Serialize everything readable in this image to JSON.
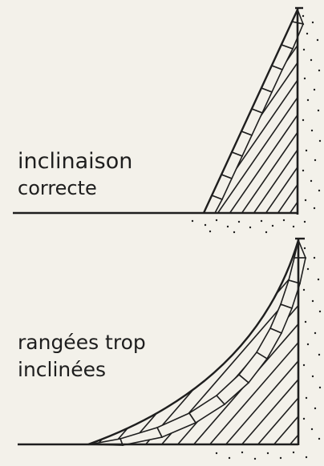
{
  "diagrams": [
    {
      "label_lines": [
        "inclinaison",
        "correcte"
      ]
    },
    {
      "label_lines": [
        "rangées trop",
        "inclinées"
      ]
    }
  ],
  "colors": {
    "ink": "#1e1e1e",
    "paper": "#f3f1ea"
  }
}
